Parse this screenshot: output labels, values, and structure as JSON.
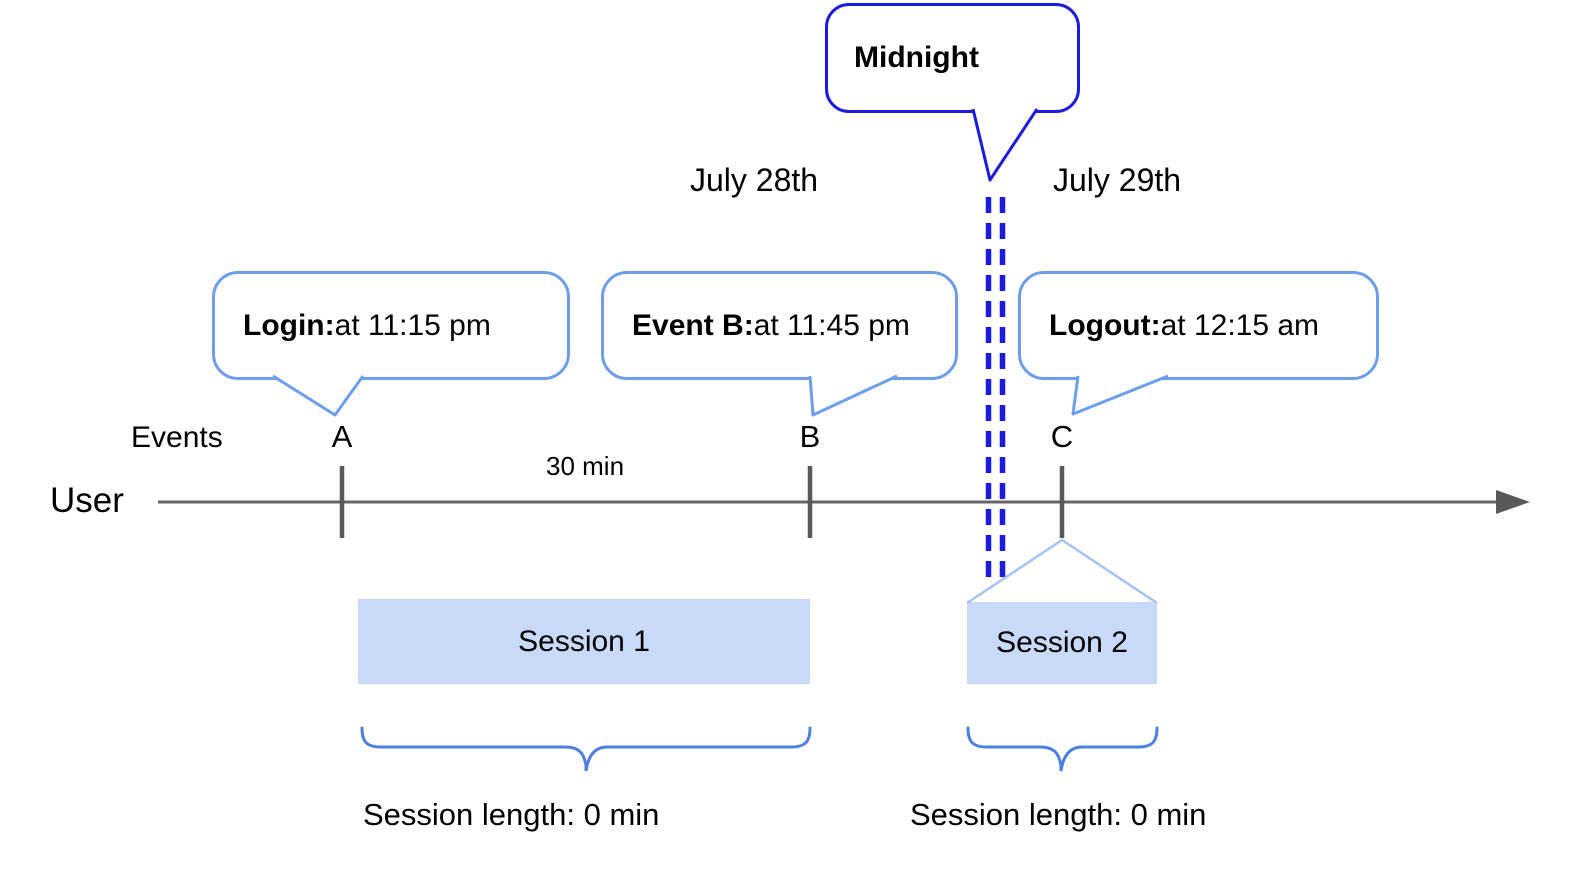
{
  "dates": {
    "left_label": "July 28th",
    "right_label": "July 29th"
  },
  "midnight_callout": {
    "label": "Midnight"
  },
  "callouts": {
    "login": {
      "bold": "Login:",
      "rest": " at 11:15 pm"
    },
    "event_b": {
      "bold": "Event B:",
      "rest": " at 11:45 pm"
    },
    "logout": {
      "bold": "Logout:",
      "rest": " at 12:15 am"
    }
  },
  "timeline": {
    "events_label": "Events",
    "row_label": "User",
    "interval_label": "30 min",
    "markers": [
      {
        "label": "A"
      },
      {
        "label": "B"
      },
      {
        "label": "C"
      }
    ]
  },
  "sessions": [
    {
      "label": "Session 1",
      "length_label": "Session length: 0 min"
    },
    {
      "label": "Session 2",
      "length_label": "Session length: 0 min"
    }
  ],
  "colors": {
    "strong_blue": "#1c1ce0",
    "callout_border_blue": "#6d9eeb",
    "session_fill": "#c9daf8",
    "connector_light_blue": "#a4c2f4",
    "brace_blue": "#4d7fe3",
    "axis_gray": "#616161",
    "tick_gray": "#595959",
    "text_black": "#000000"
  }
}
